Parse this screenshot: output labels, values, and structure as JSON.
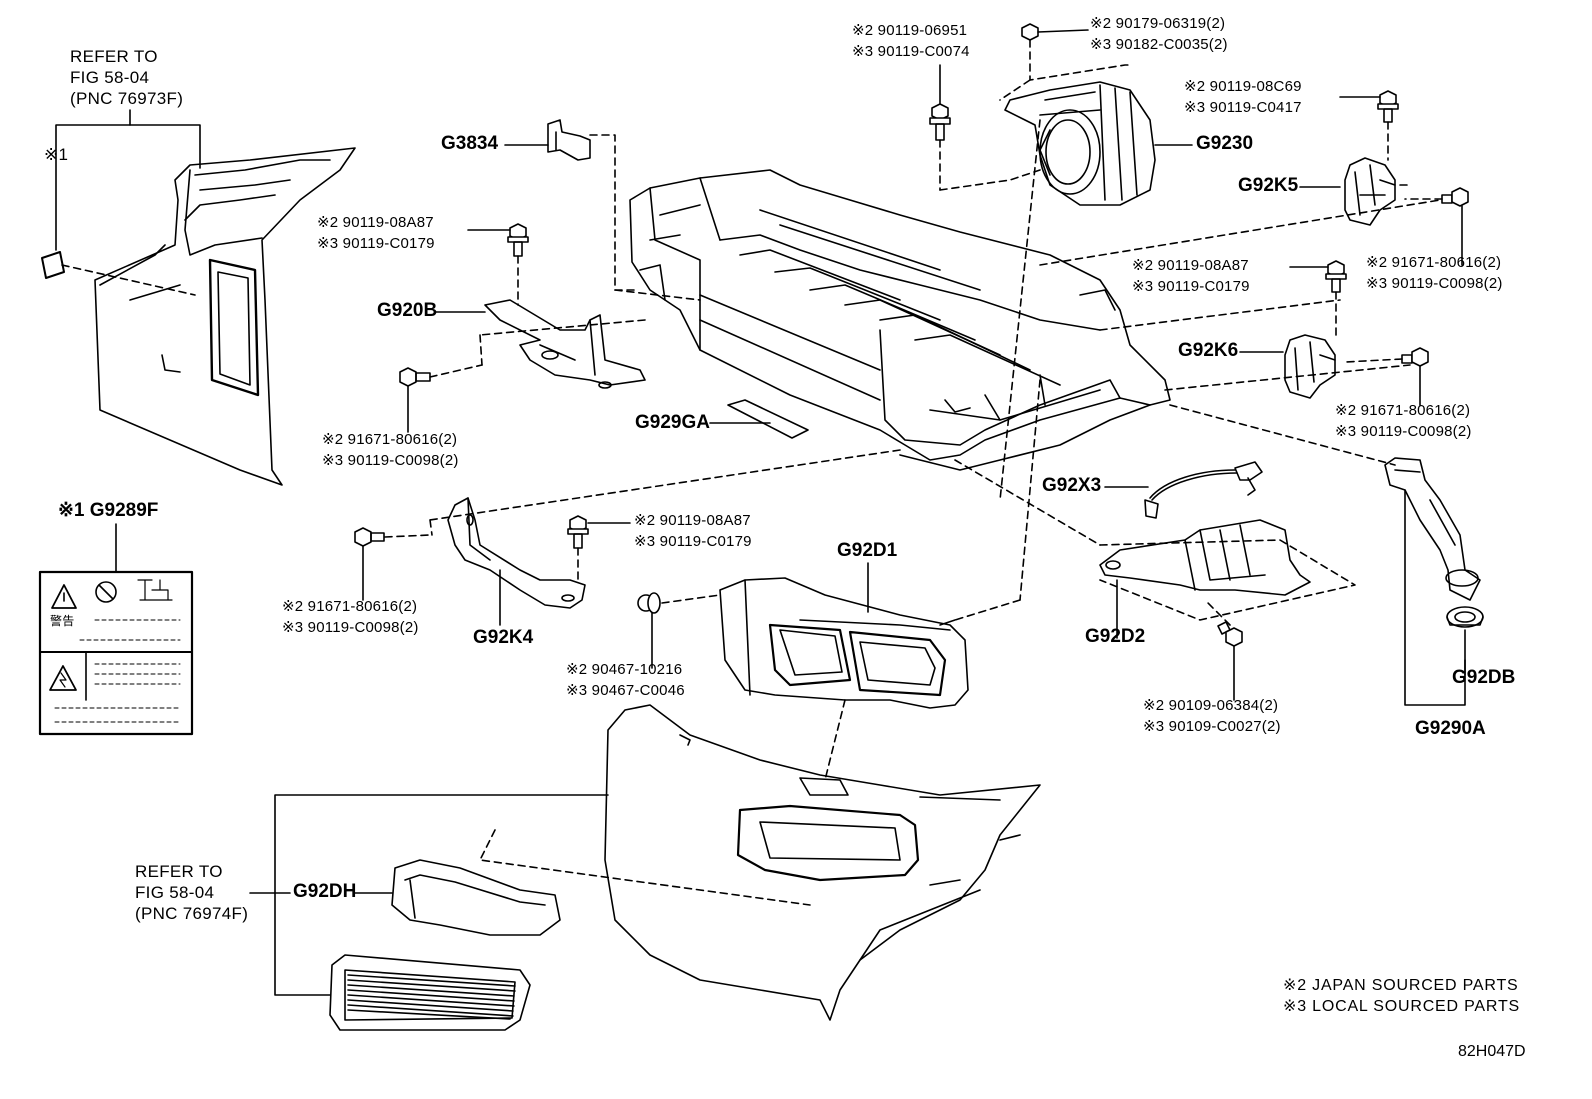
{
  "refer_top": [
    "REFER TO",
    "FIG 58-04",
    "(PNC 76973F)"
  ],
  "refer_bottom": [
    "REFER TO",
    "FIG 58-04",
    "(PNC 76974F)"
  ],
  "mark1": "※1",
  "labels": {
    "G3834": "G3834",
    "G920B": "G920B",
    "G929GA": "G929GA",
    "G9230": "G9230",
    "G92K5": "G92K5",
    "G92K6": "G92K6",
    "G92X3": "G92X3",
    "G92D1": "G92D1",
    "G92D2": "G92D2",
    "G92K4": "G92K4",
    "G92DB": "G92DB",
    "G9290A": "G9290A",
    "G92DH": "G92DH",
    "G9289F": "※1 G9289F"
  },
  "part_numbers": {
    "top_center_left": [
      "※2 90119-06951",
      "※3 90119-C0074"
    ],
    "top_center_right": [
      "※2 90179-06319(2)",
      "※3 90182-C0035(2)"
    ],
    "top_right": [
      "※2 90119-08C69",
      "※3 90119-C0417"
    ],
    "right_upper": [
      "※2 91671-80616(2)",
      "※3 90119-C0098(2)"
    ],
    "center_right": [
      "※2 90119-08A87",
      "※3 90119-C0179"
    ],
    "right_lower": [
      "※2 91671-80616(2)",
      "※3 90119-C0098(2)"
    ],
    "left_upper": [
      "※2 90119-08A87",
      "※3 90119-C0179"
    ],
    "left_lower": [
      "※2 91671-80616(2)",
      "※3 90119-C0098(2)"
    ],
    "bracket_left": [
      "※2 91671-80616(2)",
      "※3 90119-C0098(2)"
    ],
    "bracket_bolt": [
      "※2 90119-08A87",
      "※3 90119-C0179"
    ],
    "clip": [
      "※2 90467-10216",
      "※3 90467-C0046"
    ],
    "d2_bolt": [
      "※2 90109-06384(2)",
      "※3 90109-C0027(2)"
    ]
  },
  "warning_label": {
    "kanji": "警告"
  },
  "notes": [
    "※2 JAPAN SOURCED PARTS",
    "※3 LOCAL SOURCED PARTS"
  ],
  "figure_code": "82H047D"
}
